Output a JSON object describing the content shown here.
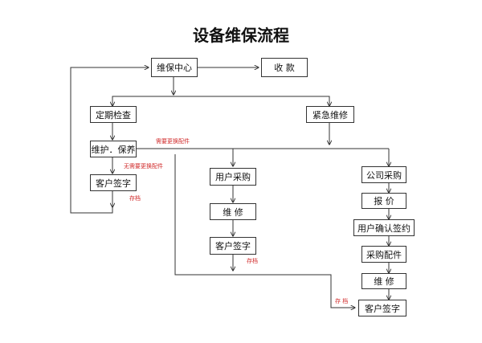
{
  "title": "设备维保流程",
  "nodes": {
    "center": "维保中心",
    "payment": "收 款",
    "periodic_check": "定期检查",
    "emergency_repair": "紧急维修",
    "maintain": "维护．保养",
    "sign1": "客户签字",
    "user_purchase": "用户采购",
    "repair2": "维 修",
    "sign2": "客户签字",
    "company_purchase": "公司采购",
    "quote": "报 价",
    "confirm_sign": "用户确认签约",
    "buy_parts": "采购配件",
    "repair3": "维 修",
    "sign3": "客户签字"
  },
  "notes": {
    "need_parts": "需要更换配件",
    "no_parts": "无需要更换配件",
    "archive1": "存档",
    "archive2": "存档",
    "archive3": "存 档"
  },
  "colors": {
    "line": "#333333",
    "note": "#d02a2a"
  }
}
